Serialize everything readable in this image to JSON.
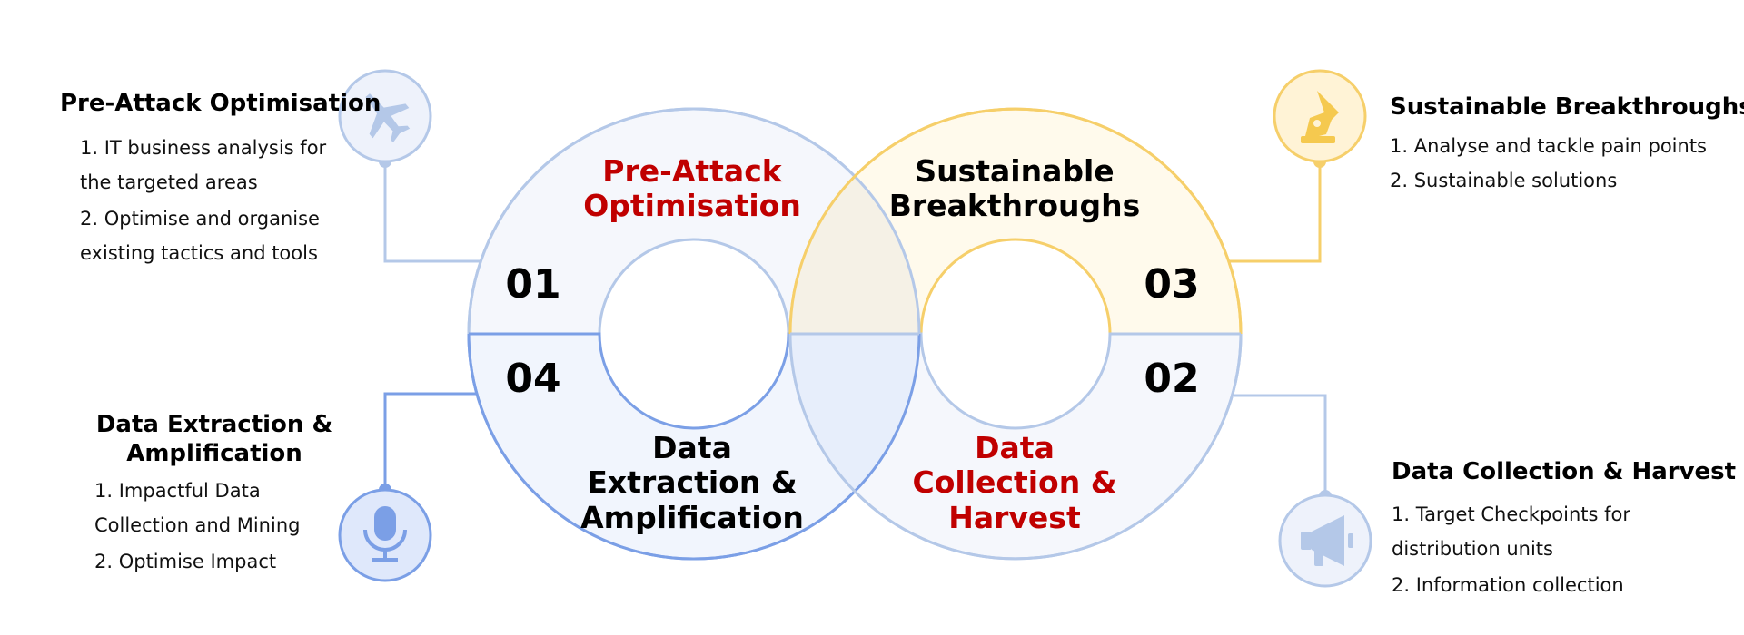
{
  "colors": {
    "blue_stroke": "#b4c8e8",
    "blue_stroke_strong": "#7b9fe6",
    "yellow_stroke": "#f6cf6a",
    "yellow_icon": "#f5c94f",
    "red_text": "#c00000",
    "black_text": "#000000"
  },
  "segments": {
    "s1": {
      "number": "01",
      "label_lines": [
        "Pre-Attack",
        "Optimisation"
      ]
    },
    "s3": {
      "number": "03",
      "label_lines": [
        "Sustainable",
        "Breakthroughs"
      ]
    },
    "s4": {
      "number": "04",
      "label_lines": [
        "Data",
        "Extraction &",
        "Amplification"
      ]
    },
    "s2": {
      "number": "02",
      "label_lines": [
        "Data",
        "Collection &",
        "Harvest"
      ]
    }
  },
  "callouts": {
    "top_left": {
      "icon": "fighter-jet-icon",
      "title": "Pre-Attack Optimisation",
      "items": [
        "1. IT business analysis for",
        "the targeted areas",
        "2. Optimise and organise",
        "existing tactics and tools"
      ]
    },
    "top_right": {
      "icon": "pen-nib-icon",
      "title": "Sustainable Breakthroughs",
      "items": [
        "1. Analyse and tackle pain points",
        "2. Sustainable solutions"
      ]
    },
    "bottom_left": {
      "icon": "microphone-icon",
      "title_lines": [
        "Data Extraction &",
        "Amplification"
      ],
      "items": [
        "1. Impactful Data",
        "Collection and Mining",
        "2. Optimise Impact"
      ]
    },
    "bottom_right": {
      "icon": "megaphone-icon",
      "title": "Data Collection & Harvest",
      "items": [
        "1. Target Checkpoints for",
        "distribution units",
        "2. Information collection"
      ]
    }
  }
}
